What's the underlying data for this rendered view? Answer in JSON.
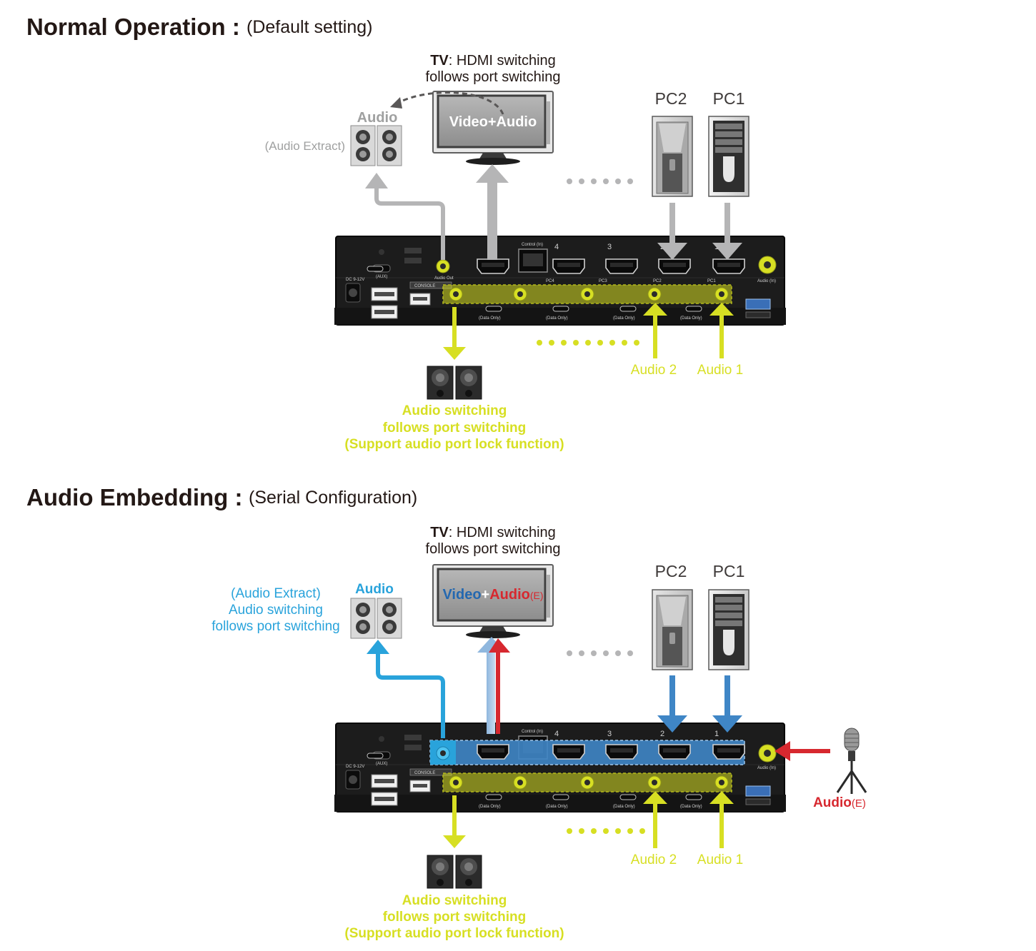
{
  "colors": {
    "gray": "#b5b5b6",
    "yellow": "#d7df23",
    "blue": "#3f86c6",
    "light_blue": "#29a3db",
    "red": "#d7282f",
    "device_body": "#1c1c1c",
    "title": "#231815"
  },
  "section1": {
    "title": "Normal Operation :",
    "subtitle": "(Default setting)",
    "tv_label_bold": "TV",
    "tv_label_rest": ": HDMI switching",
    "tv_label_line2": "follows port switching",
    "screen_text": "Video+Audio",
    "audio_label": "Audio",
    "audio_extract": "(Audio Extract)",
    "pc2": "PC2",
    "pc1": "PC1",
    "audio2": "Audio 2",
    "audio1": "Audio 1",
    "note_line1": "Audio switching",
    "note_line2": "follows port switching",
    "note_line3": "(Support audio port lock function)"
  },
  "section2": {
    "title": "Audio Embedding :",
    "subtitle": "(Serial Configuration)",
    "tv_label_bold": "TV",
    "tv_label_rest": ": HDMI switching",
    "tv_label_line2": "follows port switching",
    "screen_video": "Video",
    "screen_plus": "+",
    "screen_audio": "Audio",
    "screen_e": "(E)",
    "extract_line1": "(Audio Extract)",
    "extract_line2": "Audio switching",
    "extract_line3": "follows port switching",
    "audio_label": "Audio",
    "pc2": "PC2",
    "pc1": "PC1",
    "audio2": "Audio 2",
    "audio1": "Audio 1",
    "mic_audio": "Audio",
    "mic_e": "(E)",
    "note_line1": "Audio switching",
    "note_line2": "follows port switching",
    "note_line3": "(Support audio port lock function)"
  },
  "device": {
    "aux": "(AUX)",
    "dc": "DC 9-12V",
    "console": "CONSOLE",
    "control": "Control (In)",
    "audio_out": "Audio Out",
    "audio_in": "Audio (In)",
    "ports": [
      "4",
      "3",
      "2",
      "1"
    ],
    "port_tags": [
      "PC4",
      "PC3",
      "PC2",
      "PC1"
    ],
    "data_only": "(Data Only)"
  },
  "icons": {
    "tv": "tv-icon",
    "speaker": "speaker-icon",
    "pc": "pc-tower-icon",
    "mic": "microphone-icon",
    "kvm": "kvm-switch-icon"
  }
}
